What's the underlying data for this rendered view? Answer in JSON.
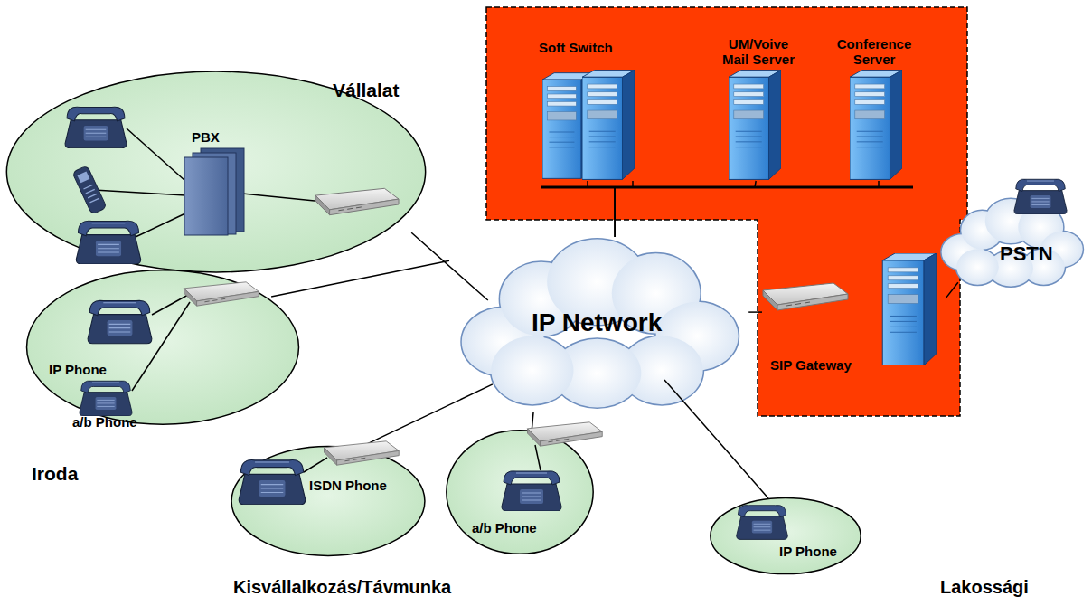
{
  "diagram": {
    "nodes": [
      {
        "text": [
          "Vállalat"
        ]
      },
      {
        "text": [
          "PBX"
        ],
        "in": 0
      },
      {
        "text": [
          "Iroda"
        ]
      },
      {
        "text": [
          "IP Phone"
        ],
        "in": 2
      },
      {
        "text": [
          "a/b Phone"
        ],
        "in": 2
      },
      {
        "text": [
          "ISDN Phone"
        ]
      },
      {
        "text": [
          "a/b Phone"
        ]
      },
      {
        "text": [
          "IP Phone"
        ]
      },
      {
        "text": [
          "IP Network"
        ]
      },
      {
        "text": [
          "Soft Switch"
        ]
      },
      {
        "text": [
          "UM/Voive Mail Server"
        ]
      },
      {
        "text": [
          "Conference Server"
        ]
      },
      {
        "text": [
          "SIP Gateway"
        ]
      },
      {
        "text": [
          "PSTN"
        ]
      }
    ],
    "edges": [
      {
        "from": 0,
        "to": 8,
        "arrow": "none"
      },
      {
        "from": 2,
        "to": 8,
        "arrow": "none"
      },
      {
        "from": 5,
        "to": 8,
        "arrow": "none"
      },
      {
        "from": 6,
        "to": 8,
        "arrow": "none"
      },
      {
        "from": 7,
        "to": 8,
        "arrow": "none"
      },
      {
        "from": 8,
        "to": 12,
        "arrow": "none"
      },
      {
        "from": 9,
        "to": 8,
        "arrow": "none"
      },
      {
        "from": 10,
        "to": 8,
        "arrow": "none"
      },
      {
        "from": 11,
        "to": 8,
        "arrow": "none"
      },
      {
        "from": 12,
        "to": 13,
        "arrow": "none"
      }
    ],
    "labels": [
      "Kisvállalkozás/Távmunka",
      "Lakossági"
    ]
  }
}
